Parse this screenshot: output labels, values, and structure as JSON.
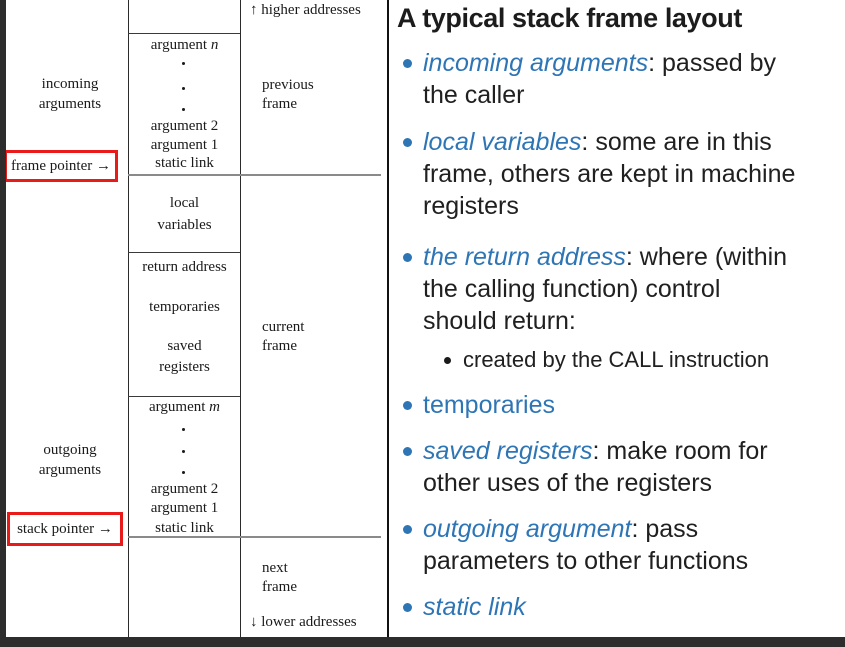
{
  "colors": {
    "accent_blue": "#2E75B6",
    "pointer_box_red": "#E81A1A",
    "slide_edge_dark": "#2D2D2D",
    "diagram_line": "#2B2B2B"
  },
  "diagram": {
    "top_address_label": "↑ higher addresses",
    "bottom_address_label": "↓ lower addresses",
    "incoming_label": {
      "line1": "incoming",
      "line2": "arguments"
    },
    "outgoing_label": {
      "line1": "outgoing",
      "line2": "arguments"
    },
    "frame_pointer_label": "frame pointer →",
    "stack_pointer_label": "stack pointer →",
    "previous_frame": {
      "line1": "previous",
      "line2": "frame"
    },
    "current_frame": {
      "line1": "current",
      "line2": "frame"
    },
    "next_frame": {
      "line1": "next",
      "line2": "frame"
    },
    "incoming_cells": {
      "arg_top_prefix": "argument",
      "arg_top_var": "n",
      "arg2": "argument 2",
      "arg1": "argument 1",
      "static_link": "static link"
    },
    "local_variables": {
      "line1": "local",
      "line2": "variables"
    },
    "return_address": "return address",
    "temporaries": "temporaries",
    "saved_registers": {
      "line1": "saved",
      "line2": "registers"
    },
    "outgoing_cells": {
      "arg_top_prefix": "argument",
      "arg_top_var": "m",
      "arg2": "argument 2",
      "arg1": "argument 1",
      "static_link": "static link"
    }
  },
  "content": {
    "title": "A typical stack frame layout",
    "bullets": [
      {
        "term": "incoming arguments",
        "rest": ": passed by",
        "line2": "the caller"
      },
      {
        "term": "local variables",
        "rest": ": some are in this",
        "line2": "frame, others are kept in machine",
        "line3": "registers"
      },
      {
        "term": "the return address",
        "rest": ": where (within",
        "line2": "the calling function) control",
        "line3": "should return:"
      },
      {
        "term": "temporaries",
        "rest": ""
      },
      {
        "term": "saved registers",
        "rest": ": make room for",
        "line2": "other uses of the registers"
      },
      {
        "term": "outgoing argument",
        "rest": ": pass",
        "line2": "parameters to other functions"
      },
      {
        "term": "static link",
        "rest": ""
      }
    ],
    "sub_bullet": "created by the CALL instruction"
  }
}
